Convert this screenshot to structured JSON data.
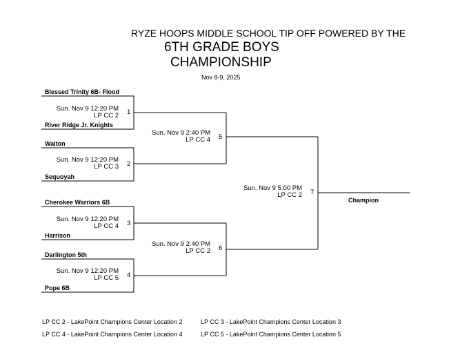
{
  "header": {
    "line1": "RYZE HOOPS MIDDLE SCHOOL TIP OFF POWERED BY THE",
    "line2": "6TH GRADE BOYS",
    "line3": "CHAMPIONSHIP",
    "date": "Nov 8-9, 2025"
  },
  "games": [
    {
      "number": "1",
      "time": "Sun. Nov 9 12:20 PM",
      "location": "LP CC 2",
      "team_top": "Blessed Trinity 6B- Flood",
      "team_bottom": "River Ridge Jr. Knights"
    },
    {
      "number": "2",
      "time": "Sun. Nov 9 12:20 PM",
      "location": "LP CC 3",
      "team_top": "Walton",
      "team_bottom": "Sequoyah"
    },
    {
      "number": "3",
      "time": "Sun. Nov 9 12:20 PM",
      "location": "LP CC 4",
      "team_top": "Cherokee Warriors 6B",
      "team_bottom": "Harrison"
    },
    {
      "number": "4",
      "time": "Sun. Nov 9 12:20 PM",
      "location": "LP CC 5",
      "team_top": "Darlington 5th",
      "team_bottom": "Pope 6B"
    },
    {
      "number": "5",
      "time": "Sun. Nov 9 2:40 PM",
      "location": "LP CC 4"
    },
    {
      "number": "6",
      "time": "Sun. Nov 9 2:40 PM",
      "location": "LP CC 2"
    },
    {
      "number": "7",
      "time": "Sun. Nov 9 5:00 PM",
      "location": "LP CC 2"
    }
  ],
  "champion_label": "Champion",
  "legend": [
    "LP CC 2 - LakePoint Champions Center Location 2",
    "LP CC 3 - LakePoint Champions Center Location 3",
    "LP CC 4 - LakePoint Champions Center Location 4",
    "LP CC 5 - LakePoint Champions Center Location 5"
  ]
}
